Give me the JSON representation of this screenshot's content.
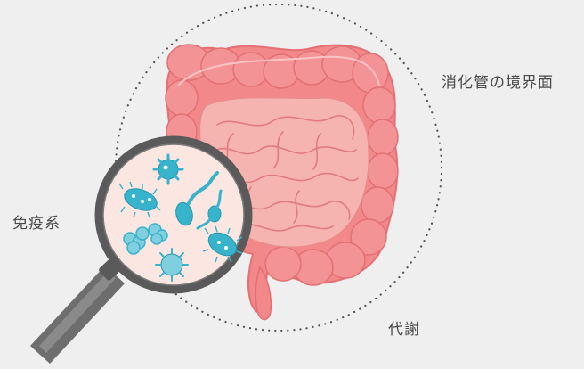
{
  "labels": {
    "boundary": "消化管の境界面",
    "immune": "免疫系",
    "metabolism": "代謝"
  },
  "colors": {
    "background": "#efefef",
    "intestine_fill": "#f2888a",
    "intestine_stroke": "#e56f73",
    "small_intestine": "#f6b4b0",
    "lens_fill": "#fbe6e2",
    "lens_rim": "#5a5a5a",
    "handle": "#6e6e6e",
    "microbe": "#37b3cc",
    "dotted_circle": "#555555",
    "label_text": "#4a4a4a"
  },
  "icons": [
    "intestine-illustration",
    "magnifier-icon",
    "bacteria-icon",
    "virus-icon",
    "spirillum-icon",
    "cocci-cluster-icon"
  ]
}
